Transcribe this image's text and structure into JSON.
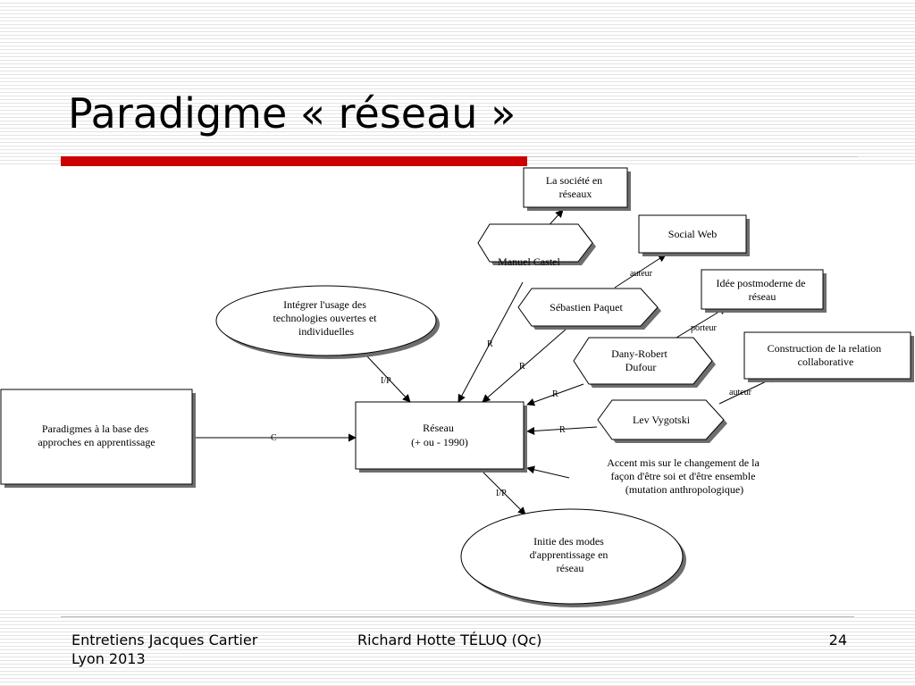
{
  "slide": {
    "title": "Paradigme « réseau »",
    "footer_left": [
      "Entretiens Jacques Cartier",
      "Lyon 2013"
    ],
    "footer_center": "Richard Hotte TÉLUQ (Qc)",
    "page_number": "24"
  },
  "diagram": {
    "nodes": {
      "societe_reseaux": [
        "La société en",
        "réseaux"
      ],
      "social_web": [
        "Social Web"
      ],
      "manuel_castel": [
        "Manuel Castel"
      ],
      "idee_postmoderne": [
        "Idée postmoderne de",
        "réseau"
      ],
      "integrer_usage": [
        "Intégrer l'usage des",
        "technologies ouvertes et",
        "individuelles"
      ],
      "sebastien_paquet": [
        "Sébastien Paquet"
      ],
      "construction_relation": [
        "Construction de la relation",
        "collaborative"
      ],
      "dany_robert_dufour": [
        "Dany-Robert",
        "Dufour"
      ],
      "paradigmes_base": [
        "Paradigmes à la base des",
        "approches en apprentissage"
      ],
      "reseau": [
        "Réseau",
        "(+ ou - 1990)"
      ],
      "lev_vygotski": [
        "Lev Vygotski"
      ],
      "accent_mis": [
        "Accent mis sur le changement de la",
        "façon d'être soi et d'être ensemble",
        "(mutation anthropologique)"
      ],
      "initie_modes": [
        "Initie des modes",
        "d'apprentissage en",
        "réseau"
      ]
    },
    "links": {
      "auteur_castel": "auteur",
      "auteur_paquet": "auteur",
      "porteur_dufour": "porteur",
      "auteur_vygotski": "auteur",
      "ip_integrer": "I/P",
      "ip_initie": "I/P",
      "c_paradigmes": "C",
      "r_castel": "R",
      "r_paquet": "R",
      "r_dufour": "R",
      "r_vygotski": "R"
    }
  }
}
